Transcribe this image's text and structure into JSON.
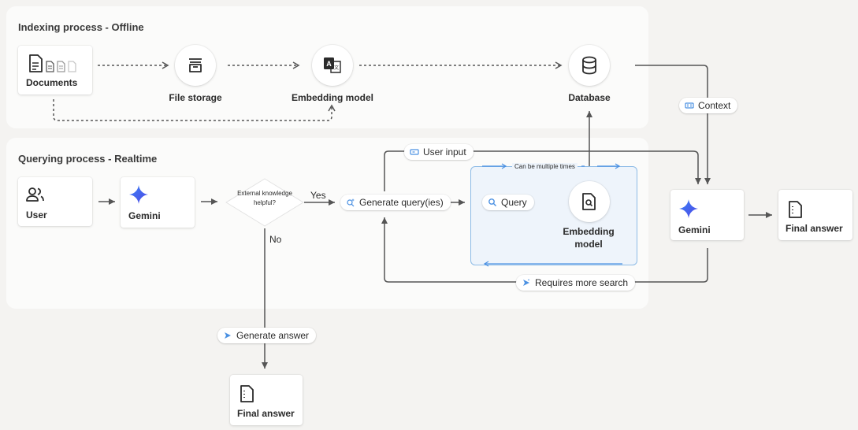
{
  "indexing": {
    "title": "Indexing process - Offline",
    "documents_label": "Documents",
    "file_storage_label": "File storage",
    "embedding_model_label": "Embedding model",
    "database_label": "Database"
  },
  "querying": {
    "title": "Querying process - Realtime",
    "user_label": "User",
    "gemini_label": "Gemini",
    "decision_text": "External knowledge helpful?",
    "yes_label": "Yes",
    "no_label": "No",
    "generate_queries_label": "Generate query(ies)",
    "user_input_label": "User input",
    "loop_label": "Can be multiple times",
    "query_label": "Query",
    "embedding_model_line1": "Embedding",
    "embedding_model_line2": "model",
    "requires_more_search_label": "Requires more search"
  },
  "right": {
    "context_label": "Context",
    "gemini_label": "Gemini",
    "final_answer_label": "Final answer"
  },
  "bottom": {
    "generate_answer_label": "Generate answer",
    "final_answer_label": "Final answer"
  },
  "colors": {
    "accent_blue": "#4a90e2",
    "loop_border": "#8dbbe6",
    "loop_fill": "#eef4fb",
    "arrow": "#555555"
  },
  "icons": [
    "document-icon",
    "storage-box-icon",
    "translate-icon",
    "database-icon",
    "users-icon",
    "gemini-sparkle-icon",
    "search-icon",
    "document-search-icon",
    "final-answer-icon",
    "context-icon",
    "user-input-icon",
    "send-icon",
    "query-sparkle-icon"
  ]
}
